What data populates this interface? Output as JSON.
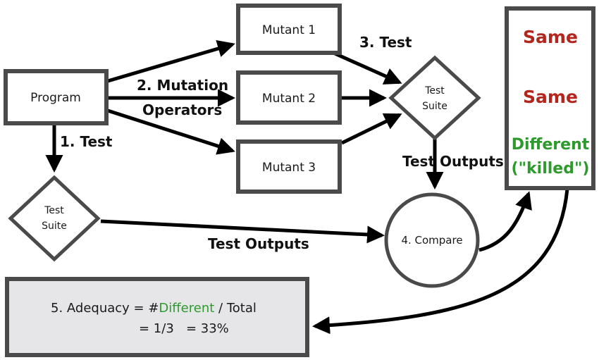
{
  "nodes": {
    "program": "Program",
    "mutant1": "Mutant 1",
    "mutant2": "Mutant 2",
    "mutant3": "Mutant 3",
    "suite_top_line1": "Test",
    "suite_top_line2": "Suite",
    "suite_bottom_line1": "Test",
    "suite_bottom_line2": "Suite",
    "compare": "4. Compare"
  },
  "edge_labels": {
    "mutation_line1": "2. Mutation",
    "mutation_line2": "Operators",
    "test1": "1. Test",
    "test3": "3. Test",
    "outputs_top": "Test Outputs",
    "outputs_bottom": "Test Outputs"
  },
  "results": {
    "r1": "Same",
    "r2": "Same",
    "r3_line1": "Different",
    "r3_line2": "(\"killed\")"
  },
  "adequacy": {
    "prefix": "5. Adequacy = #",
    "highlight": "Different",
    "suffix": " / Total",
    "line2": "= 1/3   = 33%"
  },
  "colors": {
    "same": "#b3261e",
    "different": "#2e9a2e",
    "adequacy_box": "#e6e6e9",
    "border": "#4a4a4a"
  }
}
